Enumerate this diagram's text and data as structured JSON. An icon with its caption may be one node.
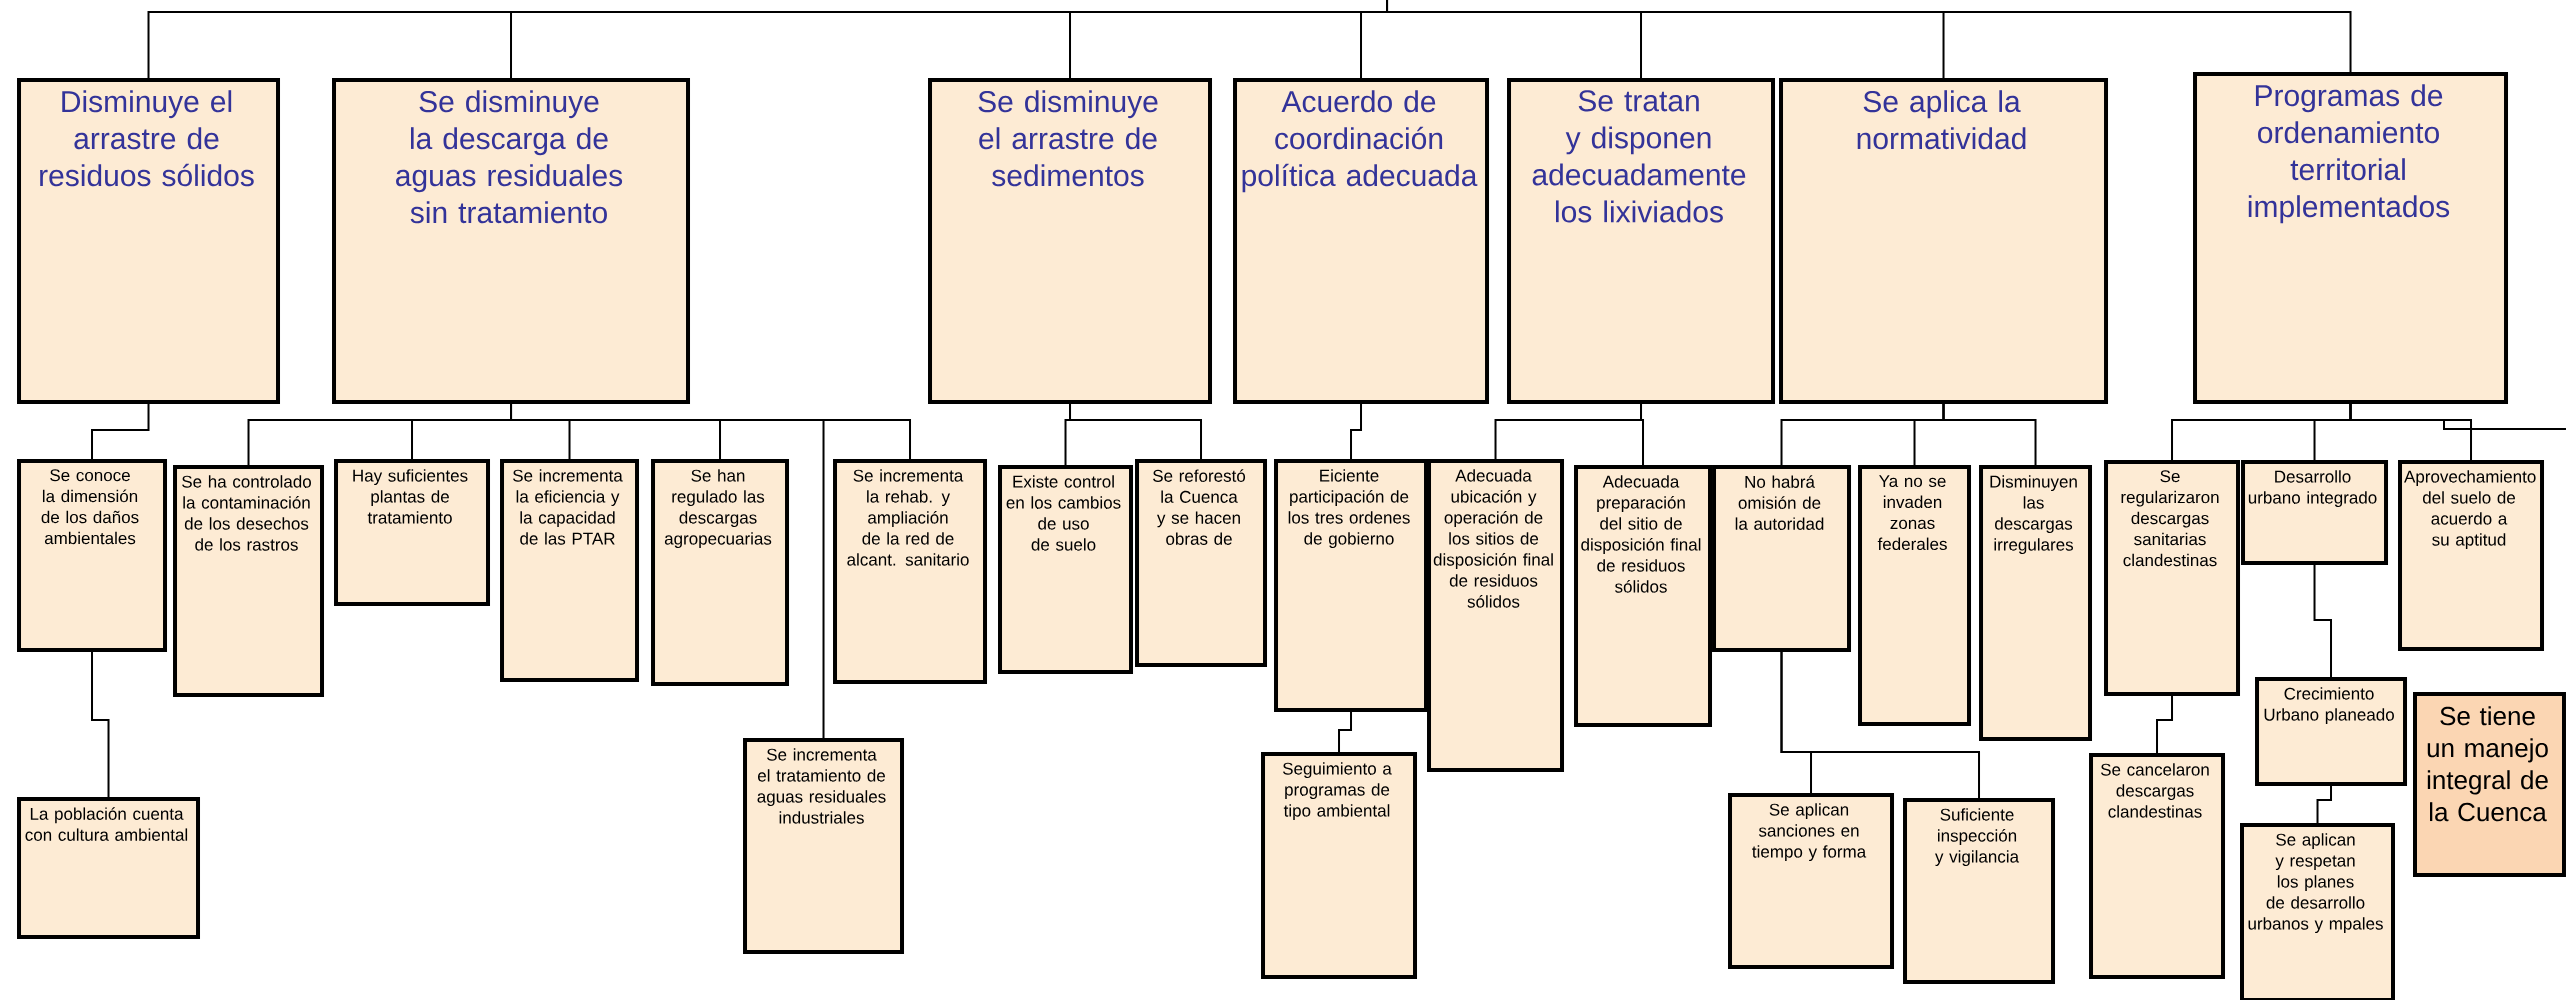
{
  "diagram": {
    "nodes": [
      {
        "text": [
          "Disminuye el arrastre de residuos sólidos"
        ]
      },
      {
        "text": [
          "Se disminuye la descarga de aguas residuales sin tratamiento"
        ]
      },
      {
        "text": [
          "Se disminuye el arrastre de sedimentos"
        ]
      },
      {
        "text": [
          "Acuerdo de coordinación política adecuada"
        ]
      },
      {
        "text": [
          "Se tratan y disponen adecuadamente los lixiviados"
        ]
      },
      {
        "text": [
          "Se aplica la normatividad"
        ]
      },
      {
        "text": [
          "Programas de ordenamiento territorial implementados"
        ]
      },
      {
        "text": [
          "Se conoce la dimensión de los daños ambientales"
        ]
      },
      {
        "text": [
          "Se ha controlado la contaminación de los desechos de los rastros"
        ]
      },
      {
        "text": [
          "Hay suficientes plantas de tratamiento"
        ]
      },
      {
        "text": [
          "Se incrementa la eficiencia y la capacidad de las PTAR"
        ]
      },
      {
        "text": [
          "Se han regulado las descargas agropecuarias"
        ]
      },
      {
        "text": [
          "Se incrementa la rehab. y ampliación de la red de alcant. sanitario"
        ]
      },
      {
        "text": [
          "Existe control en los cambios de uso de suelo"
        ]
      },
      {
        "text": [
          "Se reforestó la Cuenca y se hacen obras de"
        ]
      },
      {
        "text": [
          "Eiciente participación de los tres ordenes de gobierno"
        ]
      },
      {
        "text": [
          "Adecuada ubicación y operación de los sitios de disposición final de residuos sólidos"
        ]
      },
      {
        "text": [
          "Adecuada preparación del sitio de disposición final de residuos sólidos"
        ]
      },
      {
        "text": [
          "No habrá omisión de la autoridad"
        ]
      },
      {
        "text": [
          "Ya no se invaden zonas federales"
        ]
      },
      {
        "text": [
          "Disminuyen las descargas irregulares"
        ]
      },
      {
        "text": [
          "Se regularizaron descargas sanitarias clandestinas"
        ]
      },
      {
        "text": [
          "Desarrollo urbano integrado"
        ]
      },
      {
        "text": [
          "Aprovechamiento del suelo de acuerdo a su aptitud"
        ]
      },
      {
        "text": [
          "La población cuenta con cultura ambiental"
        ]
      },
      {
        "text": [
          "Se incrementa el tratamiento de aguas residuales industriales"
        ]
      },
      {
        "text": [
          "Seguimiento a programas de tipo ambiental"
        ]
      },
      {
        "text": [
          "Se aplican sanciones en tiempo y forma"
        ]
      },
      {
        "text": [
          "Suficiente inspección y vigilancia"
        ]
      },
      {
        "text": [
          "Se cancelaron descargas clandestinas"
        ]
      },
      {
        "text": [
          "Crecimiento Urbano planeado"
        ]
      },
      {
        "text": [
          "Se aplican y respetan los planes de desarrollo urbanos y mpales"
        ]
      },
      {
        "text": [
          "Se tiene un manejo integral de la Cuenca"
        ]
      }
    ],
    "edges": [
      {
        "from": null,
        "to": 0,
        "arrow": "none"
      },
      {
        "from": null,
        "to": 1,
        "arrow": "none"
      },
      {
        "from": null,
        "to": 2,
        "arrow": "none"
      },
      {
        "from": null,
        "to": 3,
        "arrow": "none"
      },
      {
        "from": null,
        "to": 4,
        "arrow": "none"
      },
      {
        "from": null,
        "to": 5,
        "arrow": "none"
      },
      {
        "from": null,
        "to": 6,
        "arrow": "none"
      },
      {
        "from": 0,
        "to": 7,
        "arrow": "none"
      },
      {
        "from": 7,
        "to": 24,
        "arrow": "none"
      },
      {
        "from": 1,
        "to": 8,
        "arrow": "none"
      },
      {
        "from": 1,
        "to": 9,
        "arrow": "none"
      },
      {
        "from": 1,
        "to": 10,
        "arrow": "none"
      },
      {
        "from": 1,
        "to": 11,
        "arrow": "none"
      },
      {
        "from": 1,
        "to": 25,
        "arrow": "none"
      },
      {
        "from": 1,
        "to": 12,
        "arrow": "none"
      },
      {
        "from": 2,
        "to": 13,
        "arrow": "none"
      },
      {
        "from": 2,
        "to": 14,
        "arrow": "none"
      },
      {
        "from": 3,
        "to": 15,
        "arrow": "none"
      },
      {
        "from": 15,
        "to": 26,
        "arrow": "none"
      },
      {
        "from": 4,
        "to": 16,
        "arrow": "none"
      },
      {
        "from": 4,
        "to": 17,
        "arrow": "none"
      },
      {
        "from": 5,
        "to": 18,
        "arrow": "none"
      },
      {
        "from": 5,
        "to": 19,
        "arrow": "none"
      },
      {
        "from": 5,
        "to": 20,
        "arrow": "none"
      },
      {
        "from": 18,
        "to": 27,
        "arrow": "none"
      },
      {
        "from": 18,
        "to": 28,
        "arrow": "none"
      },
      {
        "from": 6,
        "to": 21,
        "arrow": "none"
      },
      {
        "from": 6,
        "to": 22,
        "arrow": "none"
      },
      {
        "from": 6,
        "to": 23,
        "arrow": "none"
      },
      {
        "from": 6,
        "to": null,
        "arrow": "none"
      },
      {
        "from": 21,
        "to": 29,
        "arrow": "none"
      },
      {
        "from": 22,
        "to": 30,
        "arrow": "none"
      },
      {
        "from": 30,
        "to": 31,
        "arrow": "none"
      }
    ]
  }
}
